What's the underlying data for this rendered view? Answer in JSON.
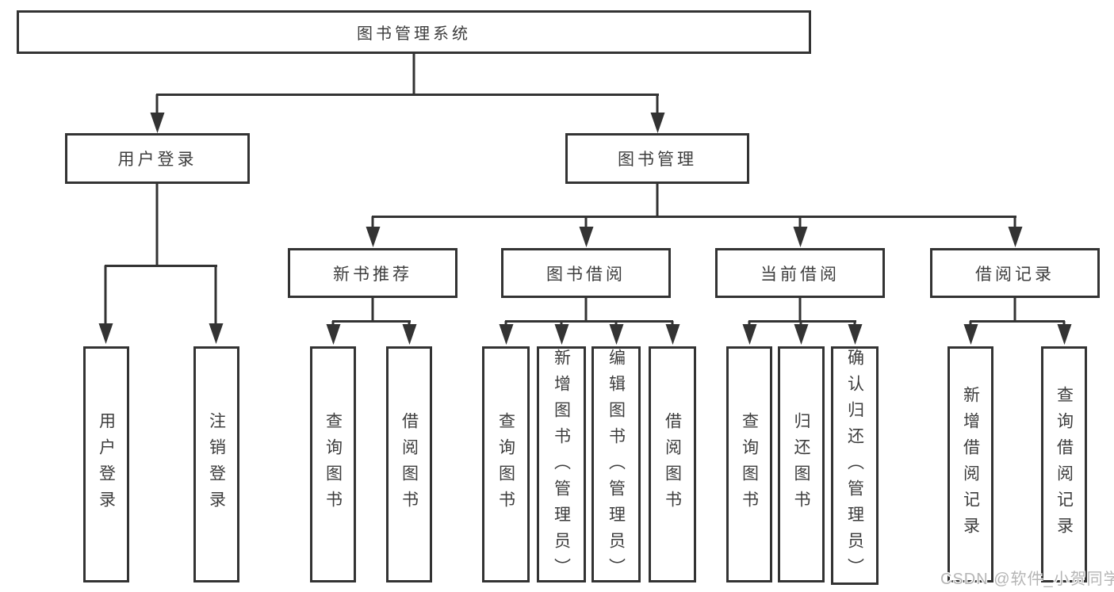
{
  "diagram": {
    "root": {
      "label": "图书管理系统"
    },
    "level2": [
      {
        "label": "用户登录"
      },
      {
        "label": "图书管理"
      }
    ],
    "level3": [
      {
        "label": "新书推荐",
        "parent": "图书管理"
      },
      {
        "label": "图书借阅",
        "parent": "图书管理"
      },
      {
        "label": "当前借阅",
        "parent": "图书管理"
      },
      {
        "label": "借阅记录",
        "parent": "图书管理"
      }
    ],
    "leaves": [
      {
        "label": "用户登录",
        "parent": "用户登录"
      },
      {
        "label": "注销登录",
        "parent": "用户登录"
      },
      {
        "label": "查询图书",
        "parent": "新书推荐"
      },
      {
        "label": "借阅图书",
        "parent": "新书推荐"
      },
      {
        "label": "查询图书",
        "parent": "图书借阅"
      },
      {
        "label": "新增图书（管理员）",
        "parent": "图书借阅"
      },
      {
        "label": "编辑图书（管理员）",
        "parent": "图书借阅"
      },
      {
        "label": "借阅图书",
        "parent": "图书借阅"
      },
      {
        "label": "查询图书",
        "parent": "当前借阅"
      },
      {
        "label": "归还图书",
        "parent": "当前借阅"
      },
      {
        "label": "确认归还（管理员）",
        "parent": "当前借阅"
      },
      {
        "label": "新增借阅记录",
        "parent": "借阅记录"
      },
      {
        "label": "查询借阅记录",
        "parent": "借阅记录"
      }
    ]
  },
  "watermark": {
    "text": "CSDN @软件_小贺同学"
  },
  "colors": {
    "line": "#333333",
    "text": "#3d3d3d",
    "background": "#ffffff",
    "watermark": "#b5b5b5"
  }
}
